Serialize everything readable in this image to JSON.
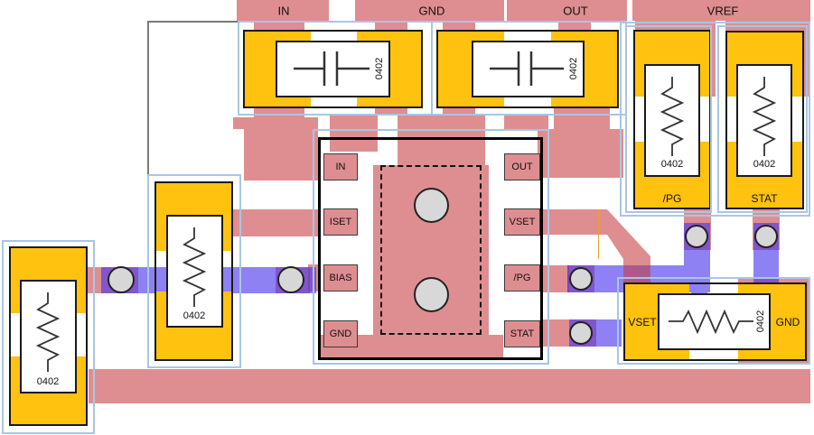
{
  "rails": [
    {
      "label": "IN"
    },
    {
      "label": "GND"
    },
    {
      "label": "OUT"
    },
    {
      "label": "VREF"
    }
  ],
  "ic": {
    "left_pins": [
      "IN",
      "ISET",
      "BIAS",
      "GND"
    ],
    "right_pins": [
      "OUT",
      "VSET",
      "/PG",
      "STAT"
    ]
  },
  "capacitors": {
    "c_in": {
      "package": "0402"
    },
    "c_out": {
      "package": "0402"
    }
  },
  "resistors": {
    "r_pg": {
      "package": "0402",
      "label": "/PG"
    },
    "r_stat": {
      "package": "0402",
      "label": "STAT"
    },
    "r_iset": {
      "package": "0402"
    },
    "r_bias": {
      "package": "0402"
    },
    "r_vset": {
      "package": "0402",
      "pad_left": "VSET",
      "pad_right": "GND"
    }
  },
  "colors": {
    "copper_top": "#DE8E91",
    "copper_bottom": "#8D81F4",
    "overlap_purple": "#815ACA",
    "pad_gold": "#FFC20E",
    "courtyard": "#A9C6E3",
    "board_outline": "#7A7A7A",
    "airwire": "#F0A030"
  }
}
